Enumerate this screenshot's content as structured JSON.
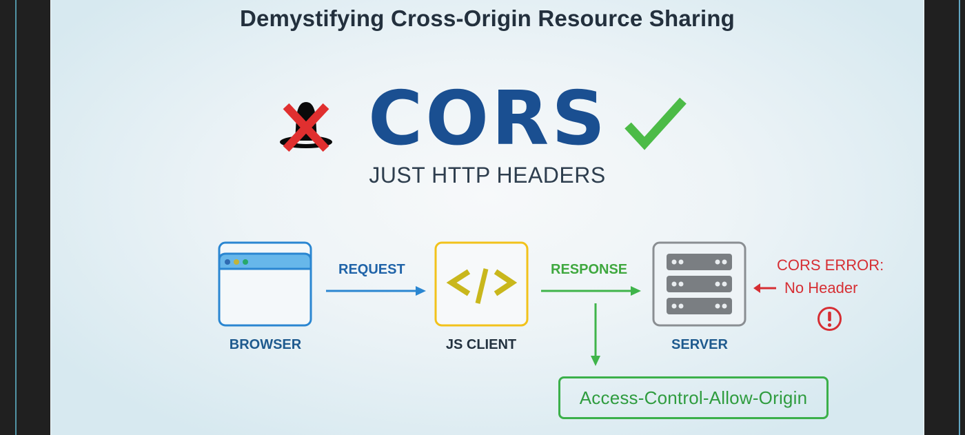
{
  "slide": {
    "title": "Demystifying Cross-Origin Resource Sharing",
    "hero": {
      "logo_text": "CORS",
      "subtitle": "JUST HTTP HEADERS",
      "bad_icon": "crossed-out-hat-icon",
      "good_icon": "checkmark-icon"
    },
    "diagram": {
      "nodes": [
        {
          "id": "browser",
          "label": "BROWSER",
          "icon": "browser-window-icon"
        },
        {
          "id": "js_client",
          "label": "JS CLIENT",
          "icon": "code-brackets-icon",
          "icon_text": "</>"
        },
        {
          "id": "server",
          "label": "SERVER",
          "icon": "server-rack-icon"
        }
      ],
      "edges": [
        {
          "from": "browser",
          "to": "js_client",
          "label": "REQUEST"
        },
        {
          "from": "js_client",
          "to": "server",
          "label": "RESPONSE"
        }
      ],
      "error": {
        "title": "CORS ERROR:",
        "detail": "No Header",
        "icon": "exclamation-circle-icon"
      },
      "header_box": {
        "text": "Access-Control-Allow-Origin"
      }
    },
    "colors": {
      "logo_blue": "#1a4f91",
      "request_blue": "#1f63a8",
      "browser_blue": "#2a86d1",
      "client_yellow": "#f2c21b",
      "client_code": "#c9b71c",
      "server_gray": "#7a7e82",
      "response_green": "#3fb44a",
      "error_red": "#d62e33",
      "check_green": "#4cbb47"
    }
  }
}
